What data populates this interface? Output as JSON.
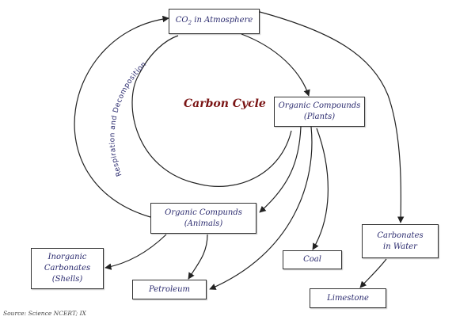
{
  "title": "Carbon Cycle",
  "source": "Source: Science NCERT; IX",
  "cycle_label": "Respiration and Decomposition",
  "nodes": {
    "atmosphere": {
      "prefix": "CO",
      "sub": "2",
      "suffix": " in Atmosphere"
    },
    "plants": {
      "line1": "Organic Compounds",
      "line2": "(Plants)"
    },
    "animals": {
      "line1": "Organic Compunds",
      "line2": "(Animals)"
    },
    "inorganic": {
      "line1": "Inorganic",
      "line2": "Carbonates",
      "line3": "(Shells)"
    },
    "petroleum": {
      "label": "Petroleum"
    },
    "coal": {
      "label": "Coal"
    },
    "carbonates_water": {
      "line1": "Carbonates",
      "line2": "in Water"
    },
    "limestone": {
      "label": "Limestone"
    }
  },
  "colors": {
    "node_text": "#2a2a6e",
    "title": "#7a1414",
    "lines": "#222222"
  }
}
